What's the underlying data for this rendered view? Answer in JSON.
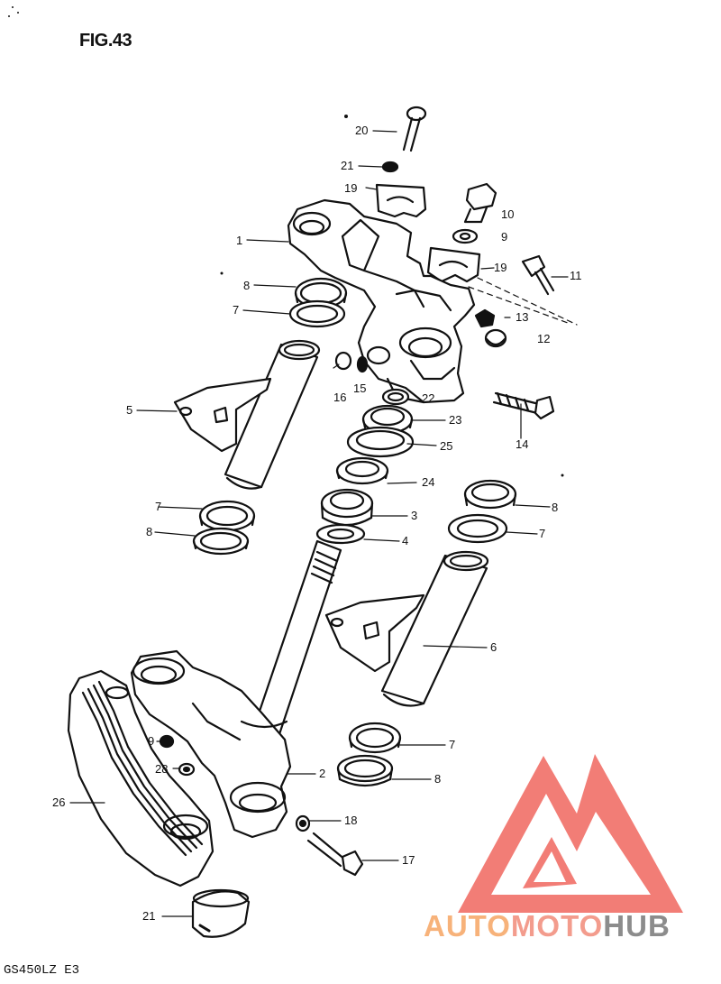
{
  "figure_title": "FIG.43",
  "model_code": "GS450LZ  E3",
  "watermark": {
    "part1": "AUTO",
    "part2": "MOTO",
    "part3": "HUB",
    "colors": {
      "auto": "#f7b27a",
      "moto": "#f39c8d",
      "hub": "#8c8c8c",
      "logo": "#f27d76"
    }
  },
  "callouts": [
    {
      "id": "c20",
      "text": "20"
    },
    {
      "id": "c21a",
      "text": "21"
    },
    {
      "id": "c19a",
      "text": "19"
    },
    {
      "id": "c10",
      "text": "10"
    },
    {
      "id": "c9a",
      "text": "9"
    },
    {
      "id": "c1",
      "text": "1"
    },
    {
      "id": "c19b",
      "text": "19"
    },
    {
      "id": "c11",
      "text": "11"
    },
    {
      "id": "c8a",
      "text": "8"
    },
    {
      "id": "c7a",
      "text": "7"
    },
    {
      "id": "c13",
      "text": "13"
    },
    {
      "id": "c12",
      "text": "12"
    },
    {
      "id": "c16",
      "text": "16"
    },
    {
      "id": "c15",
      "text": "15"
    },
    {
      "id": "c22",
      "text": "22"
    },
    {
      "id": "c5",
      "text": "5"
    },
    {
      "id": "c23",
      "text": "23"
    },
    {
      "id": "c14",
      "text": "14"
    },
    {
      "id": "c25",
      "text": "25"
    },
    {
      "id": "c24",
      "text": "24"
    },
    {
      "id": "c7b",
      "text": "7"
    },
    {
      "id": "c8b",
      "text": "8"
    },
    {
      "id": "c3",
      "text": "3"
    },
    {
      "id": "c8c",
      "text": "8"
    },
    {
      "id": "c7c",
      "text": "7"
    },
    {
      "id": "c4",
      "text": "4"
    },
    {
      "id": "c6",
      "text": "6"
    },
    {
      "id": "c9b",
      "text": "9"
    },
    {
      "id": "c28",
      "text": "28"
    },
    {
      "id": "c2",
      "text": "2"
    },
    {
      "id": "c7d",
      "text": "7"
    },
    {
      "id": "c8d",
      "text": "8"
    },
    {
      "id": "c26",
      "text": "26"
    },
    {
      "id": "c18",
      "text": "18"
    },
    {
      "id": "c17",
      "text": "17"
    },
    {
      "id": "c21b",
      "text": "21"
    }
  ]
}
